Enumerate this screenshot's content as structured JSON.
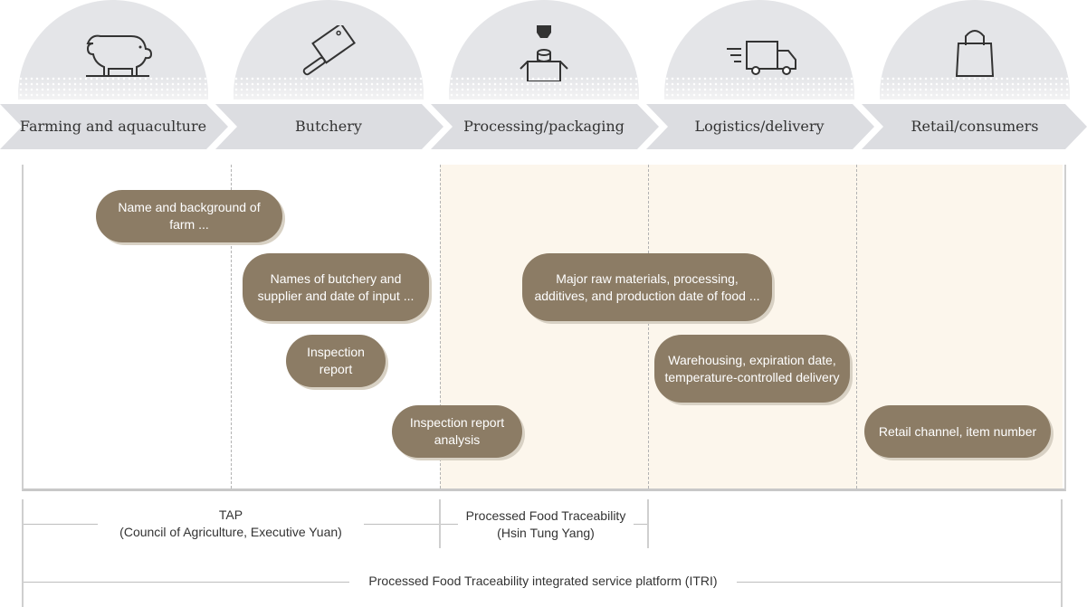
{
  "stages": [
    {
      "label": "Farming and aquaculture",
      "icon": "pig-icon"
    },
    {
      "label": "Butchery",
      "icon": "cleaver-icon"
    },
    {
      "label": "Processing/packaging",
      "icon": "packaging-machine-icon"
    },
    {
      "label": "Logistics/delivery",
      "icon": "delivery-truck-icon"
    },
    {
      "label": "Retail/consumers",
      "icon": "shopping-bag-icon"
    }
  ],
  "pills": {
    "farm": "Name and background of farm ...",
    "butchery": "Names of butchery and supplier and date of input ...",
    "inspection": "Inspection report",
    "inspection_analysis": "Inspection report analysis",
    "processing": "Major raw materials, processing, additives, and production date of food ...",
    "logistics": "Warehousing, expiration date, temperature-controlled delivery",
    "retail": "Retail channel, item number"
  },
  "platforms": {
    "tap_line1": "TAP",
    "tap_line2": "(Council of Agriculture, Executive Yuan)",
    "pft_line1": "Processed Food Traceability",
    "pft_line2": "(Hsin Tung Yang)",
    "itri": "Processed Food Traceability integrated service platform (ITRI)"
  },
  "colors": {
    "pill": "#8c7c65",
    "shade": "#fcf6ec",
    "chevron": "#dcdde1"
  }
}
